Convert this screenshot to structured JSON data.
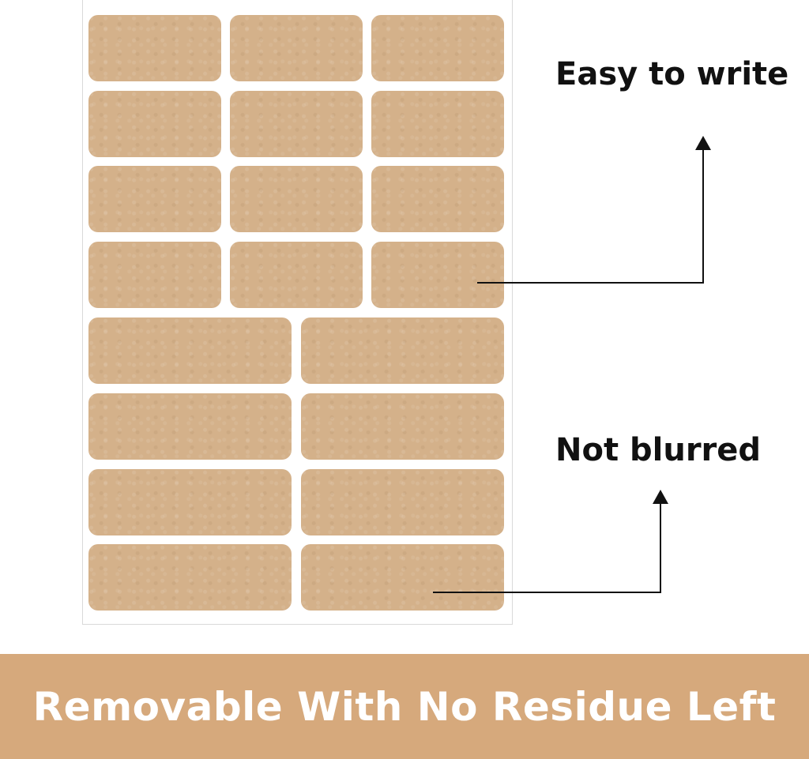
{
  "callouts": {
    "easy_to_write": "Easy to write",
    "not_blurred": "Not blurred"
  },
  "banner": {
    "text": "Removable With No Residue Left"
  },
  "colors": {
    "label_kraft": "#d4b18a",
    "banner_background": "#d6a97c",
    "banner_text": "#ffffff",
    "callout_text": "#111111"
  }
}
